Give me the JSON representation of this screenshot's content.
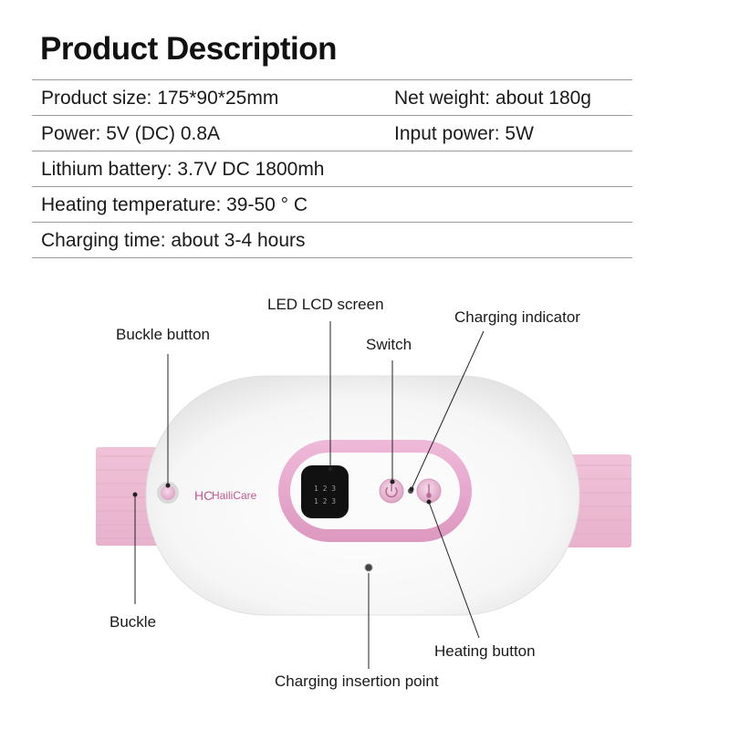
{
  "title": "Product Description",
  "specs": [
    {
      "left": "Product size: 175*90*25mm",
      "right": "Net weight: about 180g"
    },
    {
      "left": "Power: 5V (DC) 0.8A",
      "right": "Input power: 5W"
    },
    {
      "left": "Lithium battery: 3.7V DC 1800mh",
      "right": ""
    },
    {
      "left": "Heating temperature: 39-50 ° C",
      "right": ""
    },
    {
      "left": "Charging time: about 3-4 hours",
      "right": ""
    }
  ],
  "labels": {
    "led_screen": "LED LCD screen",
    "buckle_button": "Buckle button",
    "switch": "Switch",
    "charging_indicator": "Charging indicator",
    "buckle": "Buckle",
    "heating_button": "Heating button",
    "charging_point": "Charging insertion point"
  },
  "device": {
    "brand_mark": "HC",
    "brand_name": "HailiCare",
    "display_row1": "1 2 3",
    "display_row2": "1 2 3"
  },
  "colors": {
    "strap": "#f2c6dc",
    "panel": "#e7a8cd",
    "body": "#f7f7f7",
    "brand": "#c25a92"
  }
}
